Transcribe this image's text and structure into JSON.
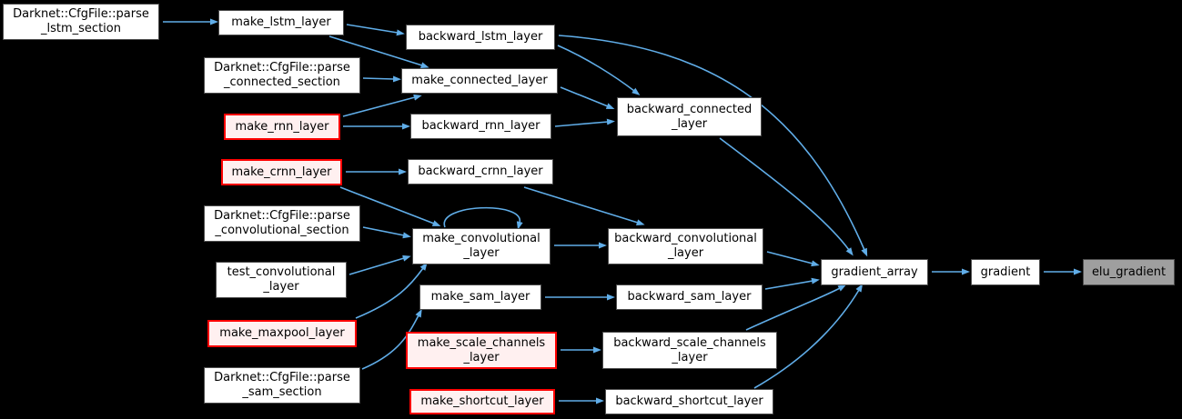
{
  "colors": {
    "background": "#000000",
    "edge": "#60ade8",
    "node_fill": "#ffffff",
    "node_border": "#4d4d4d",
    "highlight_border": "#ff0000",
    "highlight_fill": "#fff0f0",
    "active_node_fill": "#9f9f9f"
  },
  "nodes": {
    "parse_lstm_section": {
      "label": "Darknet::CfgFile::parse\n_lstm_section"
    },
    "make_lstm_layer": {
      "label": "make_lstm_layer"
    },
    "parse_connected_section": {
      "label": "Darknet::CfgFile::parse\n_connected_section"
    },
    "make_rnn_layer": {
      "label": "make_rnn_layer"
    },
    "make_crnn_layer": {
      "label": "make_crnn_layer"
    },
    "parse_convolutional_section": {
      "label": "Darknet::CfgFile::parse\n_convolutional_section"
    },
    "test_convolutional_layer": {
      "label": "test_convolutional\n_layer"
    },
    "make_maxpool_layer": {
      "label": "make_maxpool_layer"
    },
    "parse_sam_section": {
      "label": "Darknet::CfgFile::parse\n_sam_section"
    },
    "backward_lstm_layer": {
      "label": "backward_lstm_layer"
    },
    "make_connected_layer": {
      "label": "make_connected_layer"
    },
    "backward_rnn_layer": {
      "label": "backward_rnn_layer"
    },
    "backward_crnn_layer": {
      "label": "backward_crnn_layer"
    },
    "make_convolutional_layer": {
      "label": "make_convolutional\n_layer"
    },
    "make_sam_layer": {
      "label": "make_sam_layer"
    },
    "make_scale_channels_layer": {
      "label": "make_scale_channels\n_layer"
    },
    "make_shortcut_layer": {
      "label": "make_shortcut_layer"
    },
    "backward_connected_layer": {
      "label": "backward_connected\n_layer"
    },
    "backward_convolutional_layer": {
      "label": "backward_convolutional\n_layer"
    },
    "backward_sam_layer": {
      "label": "backward_sam_layer"
    },
    "backward_scale_channels_layer": {
      "label": "backward_scale_channels\n_layer"
    },
    "backward_shortcut_layer": {
      "label": "backward_shortcut_layer"
    },
    "gradient_array": {
      "label": "gradient_array"
    },
    "gradient": {
      "label": "gradient"
    },
    "elu_gradient": {
      "label": "elu_gradient"
    }
  },
  "edges": [
    {
      "from": "parse_lstm_section",
      "to": "make_lstm_layer"
    },
    {
      "from": "make_lstm_layer",
      "to": "backward_lstm_layer"
    },
    {
      "from": "make_lstm_layer",
      "to": "make_connected_layer"
    },
    {
      "from": "parse_connected_section",
      "to": "make_connected_layer"
    },
    {
      "from": "make_rnn_layer",
      "to": "make_connected_layer"
    },
    {
      "from": "make_rnn_layer",
      "to": "backward_rnn_layer"
    },
    {
      "from": "make_connected_layer",
      "to": "backward_connected_layer"
    },
    {
      "from": "backward_rnn_layer",
      "to": "backward_connected_layer"
    },
    {
      "from": "backward_lstm_layer",
      "to": "backward_connected_layer"
    },
    {
      "from": "backward_lstm_layer",
      "to": "gradient_array"
    },
    {
      "from": "backward_connected_layer",
      "to": "gradient_array"
    },
    {
      "from": "make_crnn_layer",
      "to": "backward_crnn_layer"
    },
    {
      "from": "make_crnn_layer",
      "to": "make_convolutional_layer"
    },
    {
      "from": "backward_crnn_layer",
      "to": "backward_convolutional_layer"
    },
    {
      "from": "parse_convolutional_section",
      "to": "make_convolutional_layer"
    },
    {
      "from": "test_convolutional_layer",
      "to": "make_convolutional_layer"
    },
    {
      "from": "make_maxpool_layer",
      "to": "make_convolutional_layer"
    },
    {
      "from": "make_convolutional_layer",
      "to": "make_convolutional_layer"
    },
    {
      "from": "make_convolutional_layer",
      "to": "backward_convolutional_layer"
    },
    {
      "from": "backward_convolutional_layer",
      "to": "gradient_array"
    },
    {
      "from": "parse_sam_section",
      "to": "make_sam_layer"
    },
    {
      "from": "make_sam_layer",
      "to": "backward_sam_layer"
    },
    {
      "from": "backward_sam_layer",
      "to": "gradient_array"
    },
    {
      "from": "make_scale_channels_layer",
      "to": "backward_scale_channels_layer"
    },
    {
      "from": "backward_scale_channels_layer",
      "to": "gradient_array"
    },
    {
      "from": "make_shortcut_layer",
      "to": "backward_shortcut_layer"
    },
    {
      "from": "backward_shortcut_layer",
      "to": "gradient_array"
    },
    {
      "from": "gradient_array",
      "to": "gradient"
    },
    {
      "from": "gradient",
      "to": "elu_gradient"
    }
  ]
}
